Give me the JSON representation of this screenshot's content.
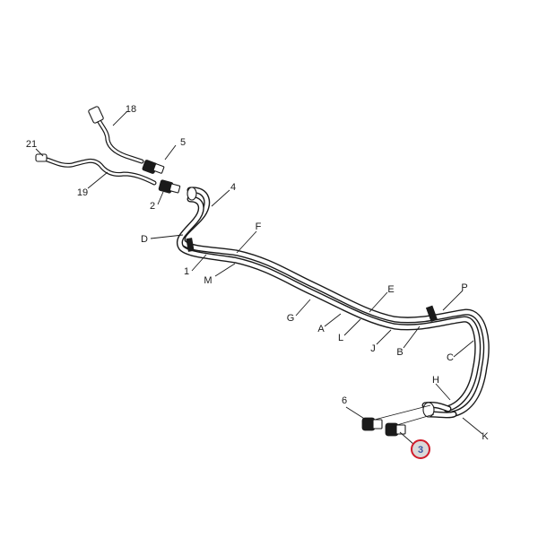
{
  "callouts": [
    {
      "id": "18",
      "label": "18"
    },
    {
      "id": "21",
      "label": "21"
    },
    {
      "id": "5",
      "label": "5"
    },
    {
      "id": "19",
      "label": "19"
    },
    {
      "id": "2",
      "label": "2"
    },
    {
      "id": "4",
      "label": "4"
    },
    {
      "id": "D",
      "label": "D"
    },
    {
      "id": "F",
      "label": "F"
    },
    {
      "id": "1",
      "label": "1"
    },
    {
      "id": "M",
      "label": "M"
    },
    {
      "id": "E",
      "label": "E"
    },
    {
      "id": "P",
      "label": "P"
    },
    {
      "id": "G",
      "label": "G"
    },
    {
      "id": "A",
      "label": "A"
    },
    {
      "id": "L",
      "label": "L"
    },
    {
      "id": "J",
      "label": "J"
    },
    {
      "id": "B",
      "label": "B"
    },
    {
      "id": "C",
      "label": "C"
    },
    {
      "id": "H",
      "label": "H"
    },
    {
      "id": "6",
      "label": "6"
    },
    {
      "id": "K",
      "label": "K"
    }
  ],
  "highlighted_callout": {
    "id": "3",
    "label": "3"
  },
  "colors": {
    "highlight_ring": "#d01c2a",
    "highlight_fill": "#d9d9d9",
    "highlight_text": "#3a56a0",
    "line": "#1a1a1a"
  }
}
